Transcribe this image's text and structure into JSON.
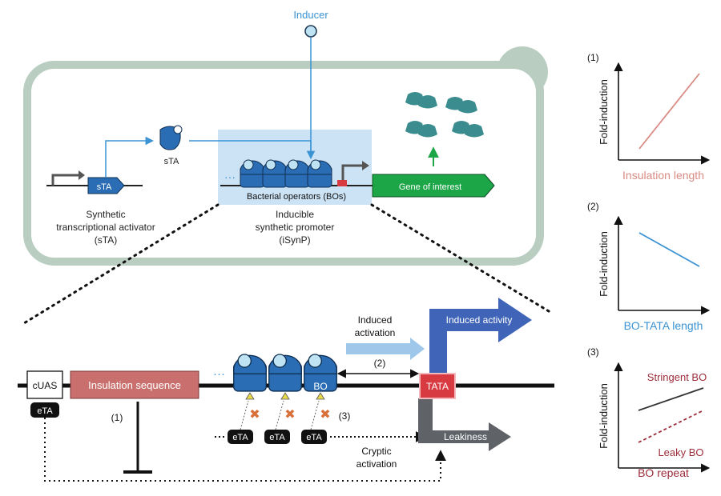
{
  "colors": {
    "cell_border": "#b9cdc1",
    "sta_blue": "#2a6db5",
    "inducer_blue": "#3b93d3",
    "insulation_red": "#c9706f",
    "tata_red": "#d83a42",
    "gene_green": "#1ca648",
    "protein_teal": "#3a8c8e",
    "leaky_red": "#9c2d3a",
    "induced_blue": "#3f64b8",
    "leakiness_gray": "#5f6368"
  },
  "top": {
    "inducer": "Inducer",
    "sta_gene_label": "sTA",
    "sta_protein_label": "sTA",
    "bo_label": "Bacterial operators (BOs)",
    "gene_label": "Gene of interest",
    "sta_caption": [
      "Synthetic",
      "transcriptional activator",
      "(sTA)"
    ],
    "isynp_caption": [
      "Inducible",
      "synthetic promoter",
      "(iSynP)"
    ]
  },
  "bottom": {
    "cuas": "cUAS",
    "insulation": "Insulation sequence",
    "bo": "BO",
    "tata": "TATA",
    "eta": "eTA",
    "induced_activation": [
      "Induced",
      "activation"
    ],
    "induced_activity": "Induced activity",
    "leakiness": "Leakiness",
    "cryptic_activation": [
      "Cryptic",
      "activation"
    ],
    "mark_1": "(1)",
    "mark_2": "(2)",
    "mark_3": "(3)"
  },
  "charts": [
    {
      "label": "(1)",
      "ylabel": "Fold-induction",
      "xlabel": "Insulation length",
      "xlabel_color": "#d98b84",
      "lines": [
        {
          "color": "#d98b84",
          "dashed": false
        }
      ]
    },
    {
      "label": "(2)",
      "ylabel": "Fold-induction",
      "xlabel": "BO-TATA length",
      "xlabel_color": "#3b93d3",
      "lines": [
        {
          "color": "#3b93d3",
          "dashed": false
        }
      ]
    },
    {
      "label": "(3)",
      "ylabel": "Fold-induction",
      "xlabel": "BO repeat",
      "xlabel_color": "#9c2d3a",
      "lines": [
        {
          "name": "Stringent BO",
          "color": "#333333",
          "dashed": false
        },
        {
          "name": "Leaky BO",
          "color": "#9c2d3a",
          "dashed": true
        }
      ]
    }
  ]
}
